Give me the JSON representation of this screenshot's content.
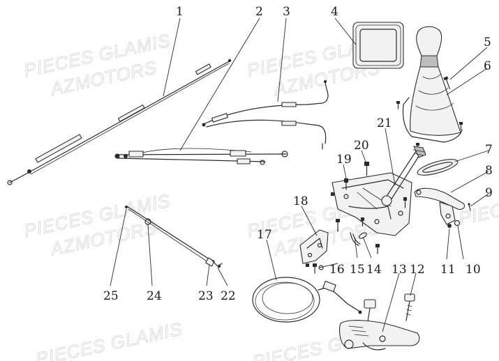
{
  "watermark": {
    "line1": "PIECES GLAMIS",
    "line2": "AZMOTORS"
  },
  "callouts": [
    "1",
    "2",
    "3",
    "4",
    "5",
    "6",
    "7",
    "8",
    "9",
    "10",
    "11",
    "12",
    "13",
    "14",
    "15",
    "16",
    "17",
    "18",
    "19",
    "20",
    "21",
    "22",
    "23",
    "24",
    "25"
  ],
  "colors": {
    "ink": "#2a2a2a",
    "watermark": "#d9d9d9",
    "background": "#ffffff"
  }
}
